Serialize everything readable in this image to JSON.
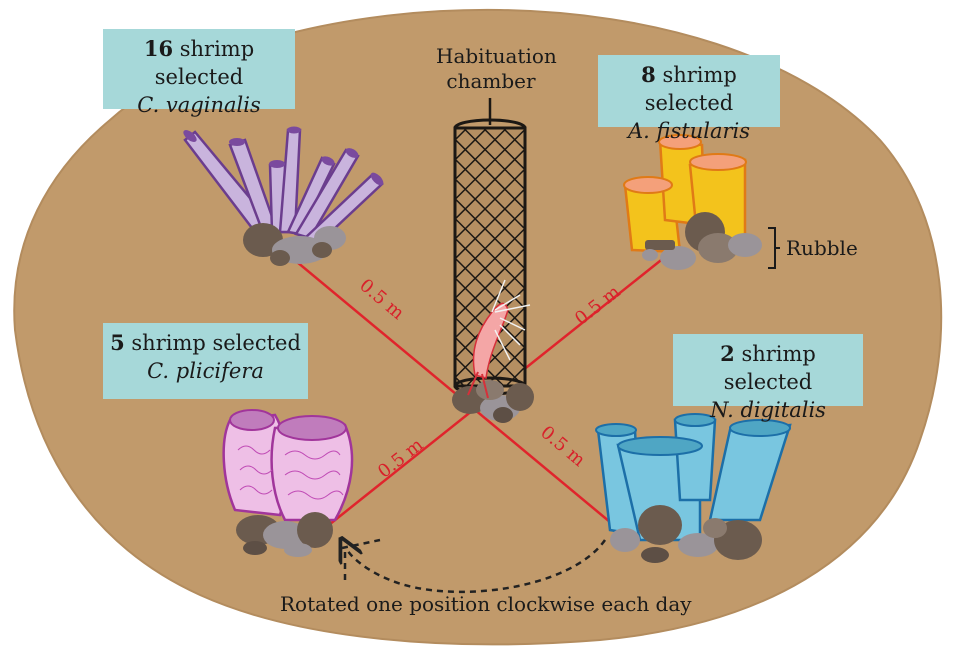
{
  "colors": {
    "background": "#c19a6b",
    "label_box": "#a6d8d9",
    "distance_line": "#e0242c",
    "rubble_dark": "#6b5b4e",
    "rubble_gray": "#9a9499",
    "sponge_purple": "#c9b4dd",
    "sponge_yellow": "#f3c31c",
    "sponge_pink": "#eebfe6",
    "sponge_blue": "#79c6e0"
  },
  "labels": {
    "top_left": {
      "count": "16",
      "text": "shrimp selected",
      "species": "C. vaginalis"
    },
    "top_right": {
      "count": "8",
      "text": "shrimp selected",
      "species": "A. fistularis"
    },
    "bottom_left": {
      "count": "5",
      "text": "shrimp selected",
      "species": "C. plicifera"
    },
    "bottom_right": {
      "count": "2",
      "text": "shrimp selected",
      "species": "N. digitalis"
    }
  },
  "chamber_label": {
    "line1": "Habituation",
    "line2": "chamber"
  },
  "rubble_label": "Rubble",
  "distance_labels": [
    "0.5 m",
    "0.5 m",
    "0.5 m",
    "0.5 m"
  ],
  "rotation_label": "Rotated one position clockwise each day",
  "icons": [
    "habituation-chamber-icon",
    "shrimp-icon",
    "sponge-icon",
    "rubble-icon",
    "bracket-icon",
    "arrow-icon"
  ]
}
